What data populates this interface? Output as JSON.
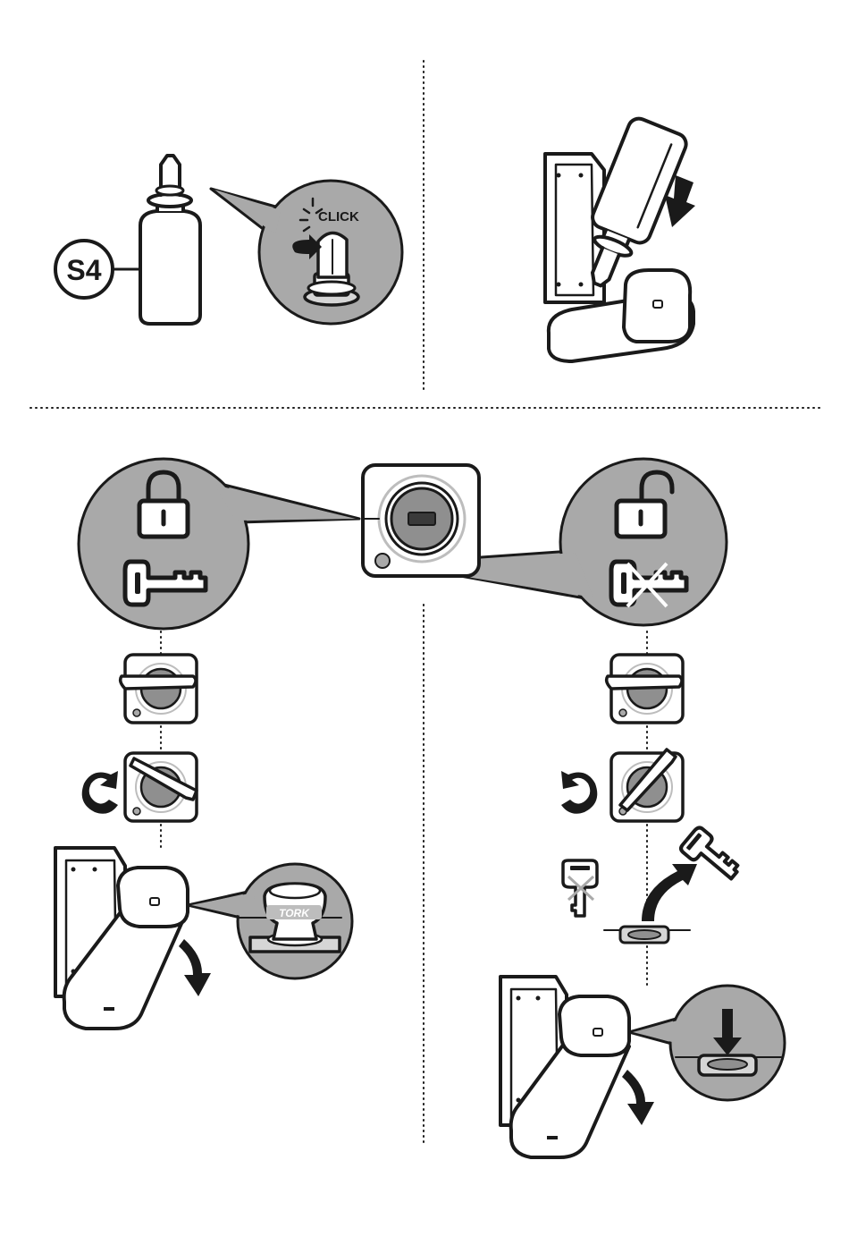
{
  "labels": {
    "model_code": "S4",
    "click_text": "CLICK",
    "brand_text": "TORK"
  },
  "colors": {
    "ink": "#1a1a1a",
    "callout_grey": "#a9a9a9",
    "lock_grey": "#8f8f8f",
    "light_grey": "#d6d6d6",
    "paper": "#ffffff"
  },
  "icons": [
    "bottle-icon",
    "click-nozzle-icon",
    "dispenser-refill-icon",
    "padlock-closed-icon",
    "padlock-open-icon",
    "key-icon",
    "key-crossed-icon",
    "lock-cylinder-icon",
    "rotate-clockwise-icon",
    "rotate-counterclockwise-icon",
    "arrow-down-icon",
    "arrow-curved-up-icon",
    "push-button-icon"
  ]
}
